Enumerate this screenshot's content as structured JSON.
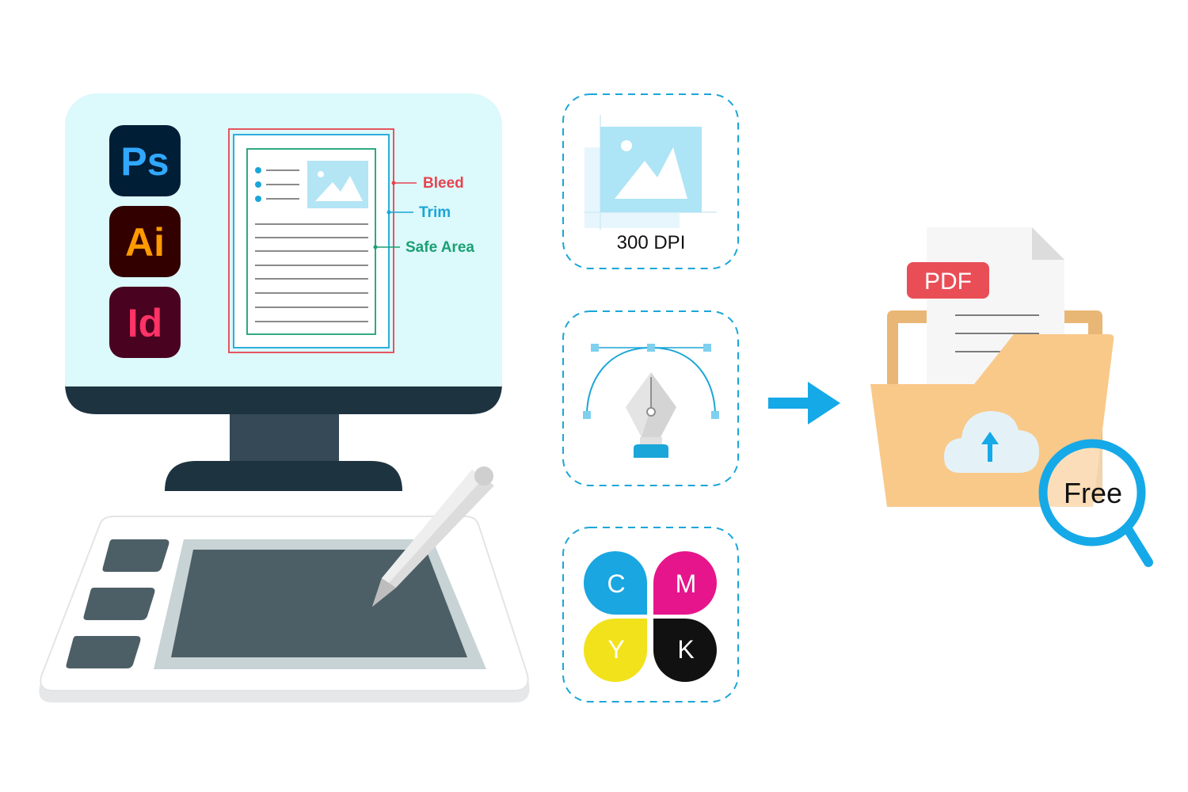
{
  "apps": [
    {
      "name": "Ps",
      "bg": "#001e36",
      "fg": "#31a8ff"
    },
    {
      "name": "Ai",
      "bg": "#330000",
      "fg": "#ff9a00"
    },
    {
      "name": "Id",
      "bg": "#49021f",
      "fg": "#ff3366"
    }
  ],
  "layout_guides": {
    "bleed": "Bleed",
    "trim": "Trim",
    "safe_area": "Safe Area",
    "bleed_color": "#e8434f",
    "trim_color": "#1aa6d8",
    "safe_color": "#1aa072"
  },
  "resolution_card": {
    "label": "300 DPI"
  },
  "cmyk_card": {
    "letters": [
      "C",
      "M",
      "Y",
      "K"
    ],
    "colors": [
      "#1aa6e0",
      "#e6158c",
      "#f2e21b",
      "#111111"
    ]
  },
  "output": {
    "file_badge": "PDF",
    "badge_color": "#e94e57",
    "search_label": "Free",
    "accent": "#15a9e8",
    "folder_color": "#f9c98a"
  }
}
